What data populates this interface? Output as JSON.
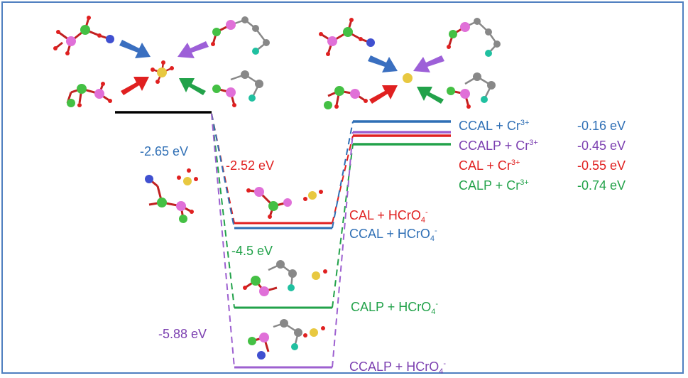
{
  "colors": {
    "ccal": "#2f6fb5",
    "cal": "#e02020",
    "calp": "#22a24a",
    "ccalp": "#7b3fb0",
    "reference": "#000000",
    "frame": "#4f7fc0"
  },
  "energies_left": {
    "ccal": "-2.65 eV",
    "cal": "-2.52 eV",
    "calp": "-4.5 eV",
    "ccalp": "-5.88 eV"
  },
  "complexes_left": [
    {
      "id": "cal",
      "name": "CAL + HCrO",
      "sub": "4",
      "sup": "-"
    },
    {
      "id": "ccal",
      "name": "CCAL + HCrO",
      "sub": "4",
      "sup": "-"
    },
    {
      "id": "calp",
      "name": "CALP + HCrO",
      "sub": "4",
      "sup": "-"
    },
    {
      "id": "ccalp",
      "name": "CCALP + HCrO",
      "sub": "4",
      "sup": "-"
    }
  ],
  "complexes_right": [
    {
      "id": "ccal",
      "name": "CCAL + Cr",
      "sup": "3+",
      "energy": "-0.16 eV"
    },
    {
      "id": "ccalp",
      "name": "CCALP + Cr",
      "sup": "3+",
      "energy": "-0.45 eV"
    },
    {
      "id": "cal",
      "name": "CAL + Cr",
      "sup": "3+",
      "energy": "-0.55 eV"
    },
    {
      "id": "calp",
      "name": "CALP + Cr",
      "sup": "3+",
      "energy": "-0.74 eV"
    }
  ]
}
